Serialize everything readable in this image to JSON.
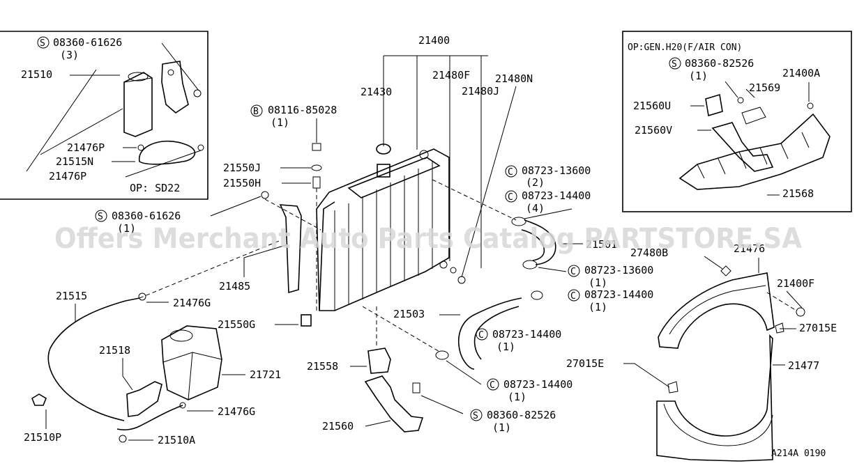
{
  "watermark": "Offers Merchant Auto Parts Catalog PARTSTORE.SA",
  "figure_code": "A214A 0190",
  "inset_left": {
    "note": "OP: SD22",
    "bolt_prefix": "S",
    "bolt_code": "08360-61626",
    "bolt_qty": "(3)",
    "parts": [
      "21510",
      "21476P",
      "21515N",
      "21476P"
    ]
  },
  "inset_right": {
    "note": "OP:GEN.H20(F/AIR CON)",
    "bolt_prefix": "S",
    "bolt_code": "08360-82526",
    "bolt_qty": "(1)",
    "parts": [
      "21400A",
      "21569",
      "21560U",
      "21560V",
      "21568"
    ]
  },
  "main": {
    "radiator": "21400",
    "cap": "21430",
    "hose_f": "21480F",
    "hose_n": "21480N",
    "hose_j": "21480J",
    "b_prefix": "B",
    "b_code": "08116-85028",
    "b_qty": "(1)",
    "p21550j": "21550J",
    "p21550h": "21550H",
    "s_prefix": "S",
    "s_code": "08360-61626",
    "s_qty": "(1)",
    "bracket": "21485",
    "hose_main": "21515",
    "clip_g1": "21476G",
    "p21550g": "21550G",
    "p21518": "21518",
    "reservoir": "21721",
    "clip_g2": "21476G",
    "p21510p": "21510P",
    "p21510a": "21510A",
    "c_prefix": "C",
    "c1_code": "08723-13600",
    "c1_qty": "(2)",
    "c2_code": "08723-14400",
    "c2_qty": "(4)",
    "upper_hose": "21501",
    "c3_code": "08723-13600",
    "c3_qty": "(1)",
    "c4_code": "08723-14400",
    "c4_qty": "(1)",
    "lower_hose": "21503",
    "c5_code": "08723-14400",
    "c5_qty": "(1)",
    "p21558": "21558",
    "c6_code": "08723-14400",
    "c6_qty": "(1)",
    "p21560": "21560",
    "s2_code": "08360-82526",
    "s2_qty": "(1)",
    "p27480b": "27480B",
    "shroud": "21476",
    "p21400f": "21400F",
    "p27015e_a": "27015E",
    "p27015e_b": "27015E",
    "lower_shroud": "21477"
  }
}
